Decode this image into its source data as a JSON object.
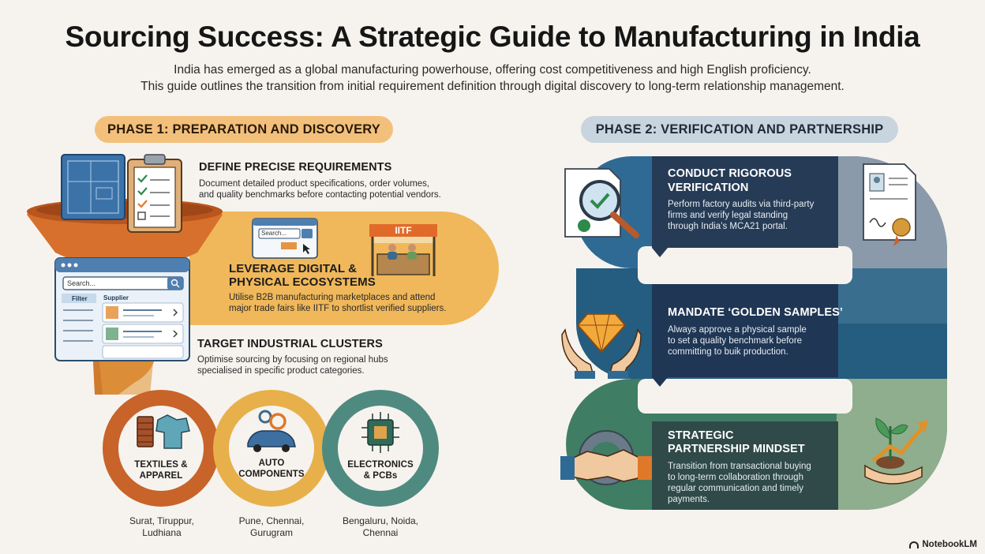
{
  "header": {
    "title": "Sourcing Success: A Strategic Guide to Manufacturing in India",
    "subtitle_line1": "India has emerged as a global manufacturing powerhouse, offering cost competitiveness and high English proficiency.",
    "subtitle_line2": "This guide outlines the transition from initial requirement definition through digital discovery to long-term relationship management."
  },
  "phase1": {
    "label": "PHASE 1: PREPARATION AND DISCOVERY",
    "steps": [
      {
        "title": "DEFINE PRECISE REQUIREMENTS",
        "text_line1": "Document detailed product specifications, order volumes,",
        "text_line2": "and quality benchmarks before contacting potential vendors."
      },
      {
        "title_line1": "LEVERAGE DIGITAL &",
        "title_line2": "PHYSICAL ECOSYSTEMS",
        "text_line1": "Utilise B2B manufacturing marketplaces and attend",
        "text_line2": "major trade fairs like IITF to shortlist verified suppliers."
      },
      {
        "title": "TARGET INDUSTRIAL CLUSTERS",
        "text_line1": "Optimise sourcing by focusing on regional hubs",
        "text_line2": "specialised in specific product categories."
      }
    ],
    "ui_mock": {
      "search_placeholder": "Search...",
      "filter_label": "Filter",
      "supplier_label": "Supplier",
      "small_search": "Search...",
      "fair_sign": "IITF"
    },
    "clusters": [
      {
        "name_line1": "TEXTILES &",
        "name_line2": "APPAREL",
        "cities_line1": "Surat, Tiruppur,",
        "cities_line2": "Ludhiana",
        "color": "#c8632a"
      },
      {
        "name_line1": "AUTO",
        "name_line2": "COMPONENTS",
        "cities_line1": "Pune, Chennai,",
        "cities_line2": "Gurugram",
        "color": "#e8b04a"
      },
      {
        "name_line1": "ELECTRONICS",
        "name_line2": "& PCBs",
        "cities_line1": "Bengaluru, Noida,",
        "cities_line2": "Chennai",
        "color": "#4f8a80"
      }
    ]
  },
  "phase2": {
    "label": "PHASE 2: VERIFICATION AND PARTNERSHIP",
    "steps": [
      {
        "title_line1": "CONDUCT RIGOROUS",
        "title_line2": "VERIFICATION",
        "text_line1": "Perform factory audits via third-party",
        "text_line2": "firms and verify legal standing",
        "text_line3": "through India’s MCA21 portal."
      },
      {
        "title": "MANDATE ‘GOLDEN SAMPLES’",
        "text_line1": "Always approve a physical sample",
        "text_line2": "to set a quality benchmark before",
        "text_line3": "committing to buik production."
      },
      {
        "title_line1": "STRATEGIC",
        "title_line2": "PARTNERSHIP MINDSET",
        "text_line1": "Transition from transactional buying",
        "text_line2": "to long-term collaboration through",
        "text_line3": "regular communication and timely",
        "text_line4": "payments."
      }
    ]
  },
  "brand": "NotebookLM",
  "colors": {
    "phase1_pill": "#f3c07c",
    "phase2_pill": "#c8d4de",
    "funnel_orange": "#d7702c",
    "band_yellow": "#f0b85a",
    "verify_blue": "#2f6a95",
    "samples_blue": "#245d80",
    "partner_green": "#3f7d64",
    "card_navy": "#263b55"
  }
}
